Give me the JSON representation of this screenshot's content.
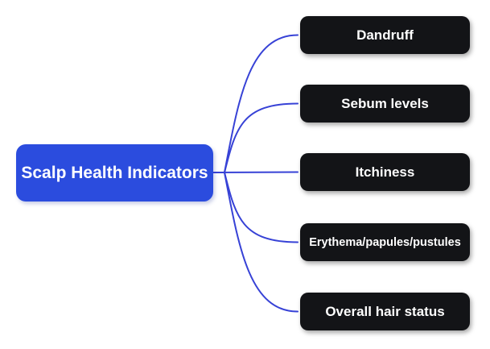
{
  "diagram": {
    "type": "mindmap",
    "root": {
      "label": "Scalp Health Indicators"
    },
    "children": [
      {
        "label": "Dandruff"
      },
      {
        "label": "Sebum levels"
      },
      {
        "label": "Itchiness"
      },
      {
        "label": "Erythema/papules/pustules"
      },
      {
        "label": "Overall hair status"
      }
    ],
    "colors": {
      "background": "#ffffff",
      "root_bg": "#2b4cde",
      "root_text": "#ffffff",
      "child_bg": "#131417",
      "child_text": "#ffffff",
      "connector": "#3742d6"
    }
  }
}
